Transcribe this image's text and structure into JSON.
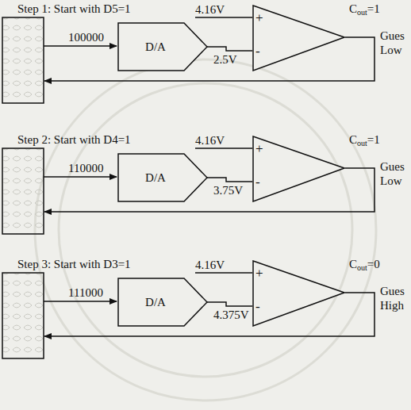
{
  "diagram": {
    "nodes": [
      {
        "text": [
          "D/A"
        ]
      },
      {
        "text": [
          "+",
          "-"
        ]
      },
      {
        "text": [
          "D/A"
        ]
      },
      {
        "text": [
          "+",
          "-"
        ]
      },
      {
        "text": [
          "D/A"
        ]
      },
      {
        "text": [
          "+",
          "-"
        ]
      }
    ],
    "edges": [
      {
        "from": 0,
        "to": 1,
        "label": "2.5V",
        "arrow": "none"
      },
      {
        "from": 2,
        "to": 3,
        "label": "3.75V",
        "arrow": "none"
      },
      {
        "from": 4,
        "to": 5,
        "label": "4.375V",
        "arrow": "none"
      }
    ],
    "labels": [
      "Step 1: Start with D5=1",
      "100000",
      "4.16V",
      "C",
      "out",
      "=1",
      "Gues",
      "Low",
      "Step 2: Start with D4=1",
      "110000",
      "4.16V",
      "C",
      "out",
      "=1",
      "Gues",
      "Low",
      "Step 3: Start with D3=1",
      "111000",
      "4.16V",
      "C",
      "out",
      "=0",
      "Gues",
      "High"
    ]
  }
}
